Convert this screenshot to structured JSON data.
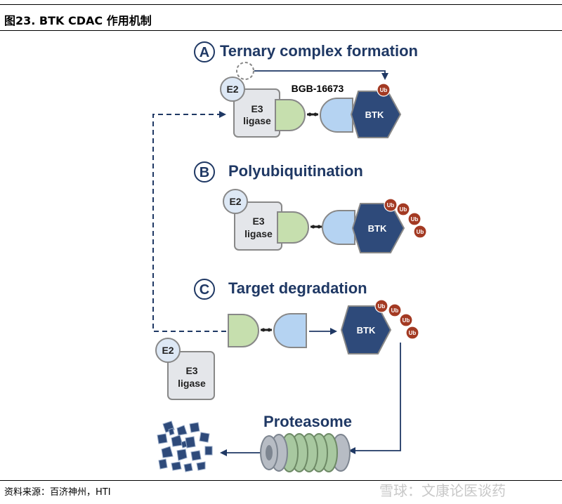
{
  "figure": {
    "title": "图23. BTK CDAC 作用机制",
    "source": "资料来源：百济神州，HTI",
    "watermark": "雪球：文康论医谈药"
  },
  "steps": [
    {
      "letter": "A",
      "title": "Ternary complex formation"
    },
    {
      "letter": "B",
      "title": "Polyubiquitination"
    },
    {
      "letter": "C",
      "title": "Target degradation"
    }
  ],
  "labels": {
    "e2": "E2",
    "e3_line1": "E3",
    "e3_line2": "ligase",
    "btk": "BTK",
    "ub": "Ub",
    "drug": "BGB-16673",
    "proteasome": "Proteasome"
  },
  "colors": {
    "title_blue": "#1f3864",
    "btk_navy": "#2e4a7a",
    "ub_red": "#a33a23",
    "e3_gray": "#e4e6ea",
    "warhead_green": "#c6dfae",
    "binder_blue": "#b5d3f2"
  }
}
